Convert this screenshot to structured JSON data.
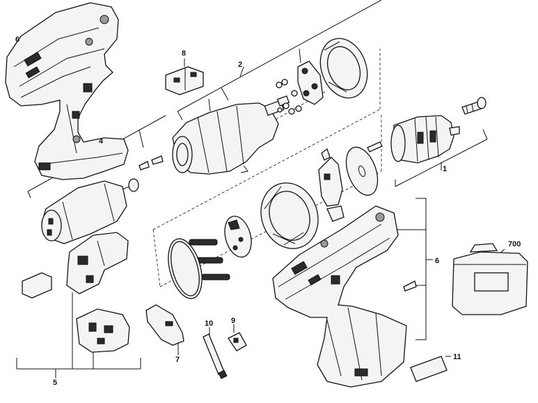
{
  "diagram": {
    "callouts": {
      "c1": "1",
      "c2": "2",
      "c4": "4",
      "c5": "5",
      "c6_top": "6",
      "c6_right": "6",
      "c7": "7",
      "c8": "8",
      "c9": "9",
      "c10": "10",
      "c11": "11",
      "c700": "700"
    }
  }
}
